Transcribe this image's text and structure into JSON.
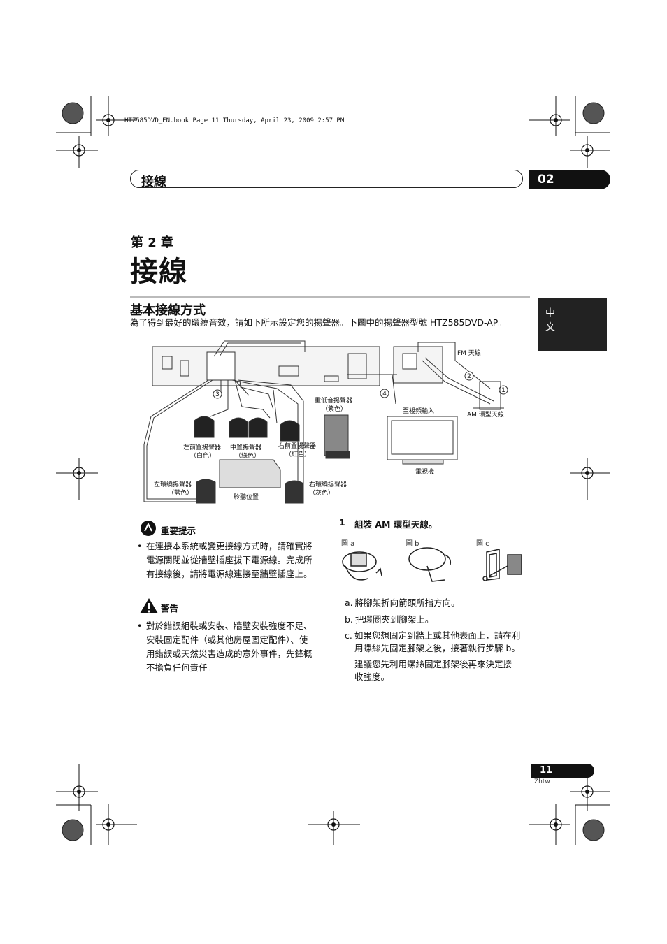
{
  "slug_line": "HTZ585DVD_EN.book  Page 11  Thursday, April 23, 2009  2:57 PM",
  "header": {
    "title": "接線",
    "chapter_num": "02"
  },
  "chapter_label": "第 2 章",
  "chapter_title": "接線",
  "section_title": "基本接線方式",
  "intro": "為了得到最好的環繞音效，請如下所示設定您的揚聲器。下圖中的揚聲器型號 HTZ585DVD-AP。",
  "side_tab": "中文",
  "diagram": {
    "fm_antenna": "FM 天線",
    "am_antenna": "AM 環型天線",
    "subwoofer": "重低音揚聲器",
    "subwoofer_color": "（紫色）",
    "video_in": "至視頻輸入",
    "tv": "電視機",
    "front_left": "左前置揚聲器",
    "front_left_color": "（白色）",
    "center": "中置揚聲器",
    "center_color": "（綠色）",
    "front_right": "右前置揚聲器",
    "front_right_color": "（紅色）",
    "surround_left": "左環繞揚聲器",
    "surround_left_color": "（藍色）",
    "surround_right": "右環繞揚聲器",
    "surround_right_color": "（灰色）",
    "listening": "聆聽位置",
    "callouts": [
      "1",
      "2",
      "3",
      "4"
    ]
  },
  "important": {
    "title": "重要提示",
    "text": [
      "在連接本系統或變更接線方式時，請確實將",
      "電源關閉並從牆壁插座拔下電源線。完成所",
      "有接線後，請將電源線連接至牆壁插座上。"
    ]
  },
  "warning": {
    "title": "警告",
    "text": [
      "對於錯誤組裝或安裝、牆壁安裝強度不足、",
      "安裝固定配件（或其他房屋固定配件）、使",
      "用錯誤或天然災害造成的意外事件，先鋒概",
      "不擔負任何責任。"
    ]
  },
  "step": {
    "num": "1",
    "title": "組裝 AM 環型天線。",
    "figs": [
      "圖 a",
      "圖 b",
      "圖 c"
    ],
    "items": [
      {
        "k": "a.",
        "lines": [
          "將腳架折向箭頭所指方向。"
        ]
      },
      {
        "k": "b.",
        "lines": [
          "把環圈夾到腳架上。"
        ]
      },
      {
        "k": "c.",
        "lines": [
          "如果您想固定到牆上或其他表面上，請在利",
          "用螺絲先固定腳架之後，接著執行步驟 b。"
        ]
      },
      {
        "k": "",
        "lines": [
          "建議您先利用螺絲固定腳架後再來決定接",
          "收強度。"
        ]
      }
    ]
  },
  "page": {
    "num": "11",
    "lang": "Zhtw"
  }
}
